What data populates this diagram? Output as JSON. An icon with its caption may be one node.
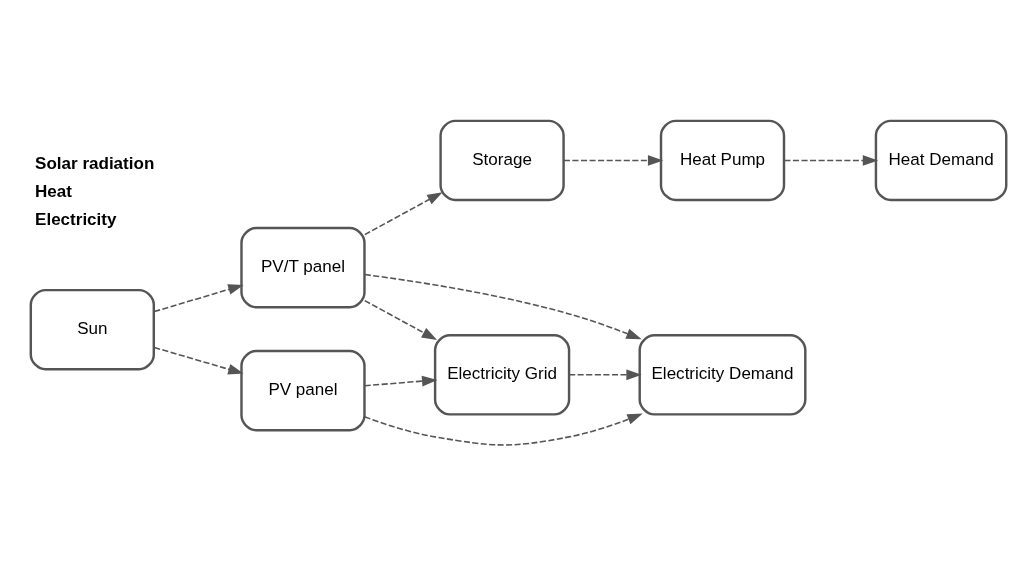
{
  "diagram": {
    "nodes": [
      {
        "text": [
          "Sun"
        ]
      },
      {
        "text": [
          "PV/T panel"
        ]
      },
      {
        "text": [
          "PV panel"
        ]
      },
      {
        "text": [
          "Storage"
        ]
      },
      {
        "text": [
          "Heat Pump"
        ]
      },
      {
        "text": [
          "Heat Demand"
        ]
      },
      {
        "text": [
          "Electricity Demand"
        ]
      },
      {
        "text": [
          "Electricity Grid"
        ]
      }
    ],
    "edges": [
      {
        "from": 0,
        "to": 1,
        "arrow": "to",
        "style": "dashed"
      },
      {
        "from": 0,
        "to": 2,
        "arrow": "to",
        "style": "dashed"
      },
      {
        "from": 1,
        "to": 3,
        "arrow": "to",
        "style": "dashed"
      },
      {
        "from": 3,
        "to": 4,
        "arrow": "to",
        "style": "dashed"
      },
      {
        "from": 4,
        "to": 5,
        "arrow": "to",
        "style": "dashed"
      },
      {
        "from": 1,
        "to": 6,
        "arrow": "to",
        "style": "dashed"
      },
      {
        "from": 2,
        "to": 6,
        "arrow": "to",
        "style": "dashed"
      },
      {
        "from": 1,
        "to": 7,
        "arrow": "to",
        "style": "dashed"
      },
      {
        "from": 2,
        "to": 7,
        "arrow": "to",
        "style": "dashed"
      },
      {
        "from": 7,
        "to": 6,
        "arrow": "to",
        "style": "dashed"
      }
    ],
    "legend": [
      {
        "text": "Solar radiation"
      },
      {
        "text": "Heat"
      },
      {
        "text": "Electricity"
      }
    ]
  }
}
